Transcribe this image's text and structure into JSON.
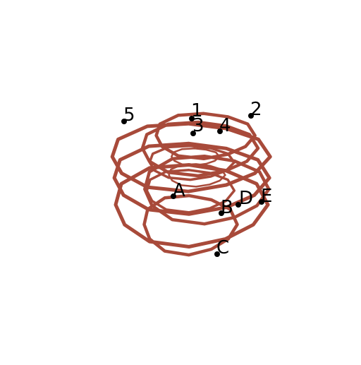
{
  "colors": {
    "background": "#ffffff",
    "coil": "#a84a3a",
    "label": "#000000",
    "marker": "#000000"
  },
  "labels": [
    {
      "id": "1",
      "text": "1"
    },
    {
      "id": "2",
      "text": "2"
    },
    {
      "id": "3",
      "text": "3"
    },
    {
      "id": "4",
      "text": "4"
    },
    {
      "id": "5",
      "text": "5"
    },
    {
      "id": "A",
      "text": "A"
    },
    {
      "id": "B",
      "text": "B"
    },
    {
      "id": "C",
      "text": "C"
    },
    {
      "id": "D",
      "text": "D"
    },
    {
      "id": "E",
      "text": "E"
    }
  ]
}
